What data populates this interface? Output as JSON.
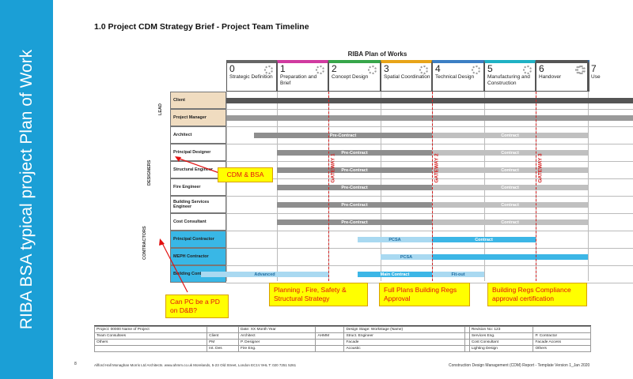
{
  "side_title": "RIBA BSA typical project Plan of Work",
  "doc_title": "1.0   Project CDM Strategy Brief - Project Team Timeline",
  "riba_title": "RIBA Plan of Works",
  "stages": [
    {
      "num": "0",
      "name": "Strategic Definition",
      "color": "#666666"
    },
    {
      "num": "1",
      "name": "Preparation and Brief",
      "color": "#d03ba0"
    },
    {
      "num": "2",
      "name": "Concept Design",
      "color": "#37a64a"
    },
    {
      "num": "3",
      "name": "Spatial Coordination",
      "color": "#e8a418"
    },
    {
      "num": "4",
      "name": "Technical Design",
      "color": "#3c7fc4"
    },
    {
      "num": "5",
      "name": "Manufacturing and Construction",
      "color": "#1fb1c4"
    },
    {
      "num": "6",
      "name": "Handover",
      "color": "#555555"
    },
    {
      "num": "7",
      "name": "Use",
      "color": "#2d6fb6"
    }
  ],
  "categories": {
    "lead": "LEAD",
    "designers": "DESIGNERS",
    "contractors": "CONTRACTORS"
  },
  "roles": [
    {
      "label": "Client",
      "fill": "#f0dcc0"
    },
    {
      "label": "Project Manager",
      "fill": "#f0dcc0"
    },
    {
      "label": "Architect",
      "fill": "#ffffff"
    },
    {
      "label": "Principal Designer",
      "fill": "#ffffff"
    },
    {
      "label": "Structural Engineer",
      "fill": "#ffffff"
    },
    {
      "label": "Fire Engineer",
      "fill": "#ffffff"
    },
    {
      "label": "Building Services Engineer",
      "fill": "#ffffff"
    },
    {
      "label": "Cost Consultant",
      "fill": "#ffffff"
    },
    {
      "label": "Principal Contractor",
      "fill": "#39b7e6"
    },
    {
      "label": "MEPH Contractor",
      "fill": "#39b7e6"
    },
    {
      "label": "Building Contractors",
      "fill": "#39b7e6"
    }
  ],
  "bar_text": {
    "pre_contract": "Pre-Contract",
    "contract": "Contract",
    "pcsa": "PCSA",
    "advanced": "Advanced",
    "main_contract": "Main Contract",
    "fit_out": "Fit-out"
  },
  "gateways": [
    "GATEWAY 1",
    "GATEWAY 2",
    "GATEWAY 3"
  ],
  "callouts": {
    "cdm_bsa": "CDM & BSA",
    "pc_pd": "Can PC be a PD on D&B?",
    "planning": "Planning , Fire, Safety  & Structural Strategy",
    "full_plans": "Full Plans Building Regs Approval",
    "compliance": "Building Regs Compliance approval certification"
  },
  "footer_table": [
    [
      "Project: 00000 Name of Project",
      "",
      "Date: XX Month Year",
      "",
      "Design Stage: Workstage (Name)",
      "",
      "Revision No: 123",
      ""
    ],
    [
      "Team Consultees",
      "Client",
      "Architect",
      "AHMM",
      "Struct. Engineer",
      "",
      "Services Eng.",
      "P. Contractor"
    ],
    [
      "Others",
      "PM",
      "P. Designer",
      "",
      "Facade",
      "",
      "Cost Consultant",
      "Facade Access"
    ],
    [
      "",
      "Int. Des",
      "Fire Eng.",
      "",
      "Acoustic",
      "",
      "Lighting Design",
      "Others"
    ]
  ],
  "footer_left": "Allford Hall Monaghan Morris Ltd Architects. www.ahmm.co.uk   Morelands, 5-23 Old Street, London EC1V 9HL T: 020 7251 5261",
  "footer_right": "Construction Design Management (CDM) Report - Template Version 1_Jan 2020",
  "page_num": "8"
}
